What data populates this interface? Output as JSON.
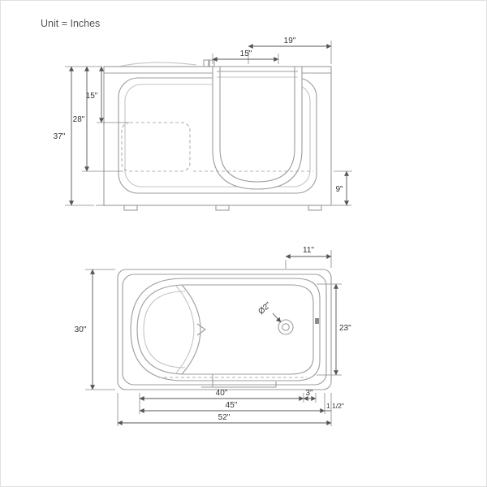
{
  "title": "Unit = Inches",
  "front_view": {
    "dims": {
      "width_19": "19\"",
      "door_15": "15\"",
      "height_37": "37\"",
      "depth_28": "28\"",
      "seat_15": "15\"",
      "step_9": "9\""
    }
  },
  "top_view": {
    "dims": {
      "drain_11": "11\"",
      "width_30": "30\"",
      "inner_23": "23\"",
      "drain_dia_2": "Ø2\"",
      "len_40": "40\"",
      "deck_3": "3\"",
      "len_45": "45\"",
      "lip_1_5": "1 1/2\"",
      "len_52": "52\""
    }
  }
}
